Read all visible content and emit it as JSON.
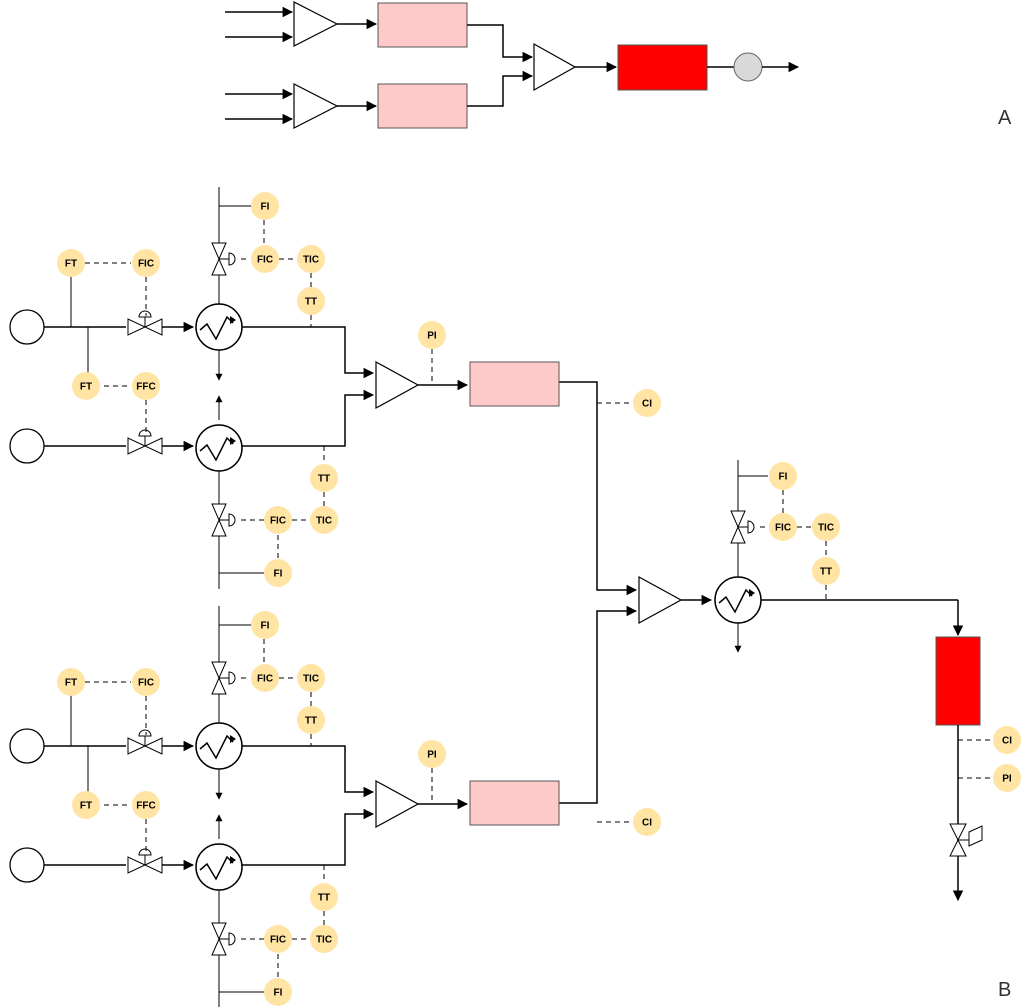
{
  "section_labels": {
    "a": "A",
    "b": "B"
  },
  "colors": {
    "line": "#000000",
    "unit_light": "#ffc9c9",
    "unit_dark": "#ff0000",
    "tag_fill": "#ffe4a3",
    "source_fill": "#ffffff",
    "sink_fill": "#d9d9d9"
  },
  "tags": {
    "ft": "FT",
    "fic": "FIC",
    "ffc": "FFC",
    "fi": "FI",
    "tic": "TIC",
    "tt": "TT",
    "pi": "PI",
    "ci": "CI"
  }
}
